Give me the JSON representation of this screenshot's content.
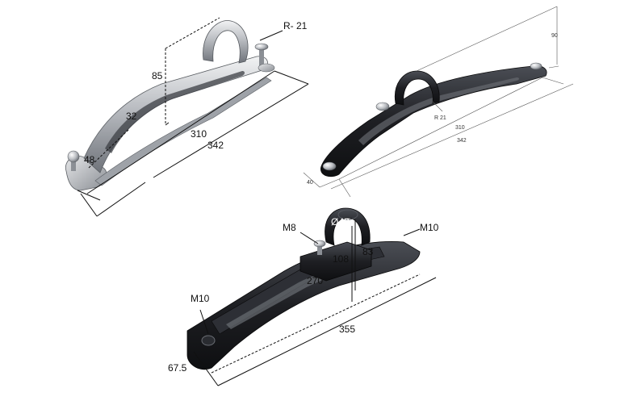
{
  "figure_1": {
    "labels": {
      "radius": "R- 21",
      "height": "85",
      "width_inner": "32",
      "base_width": "48",
      "length_inner": "310",
      "length_total": "342"
    },
    "colors": {
      "metal_light": "#d9dbde",
      "metal_dark": "#7d8187"
    }
  },
  "figure_2": {
    "labels": {
      "height": "90",
      "radius": "R 21",
      "length_inner": "310",
      "length_total": "342",
      "base_width": "40"
    },
    "colors": {
      "body": "#1b1c1f",
      "highlight": "#5a5d63"
    }
  },
  "figure_3": {
    "labels": {
      "bolt_top": "M8",
      "diameter": "Ø42",
      "bolt_right": "M10",
      "height_left": "108",
      "height_right": "83",
      "length_inner": "270",
      "length_total": "355",
      "bolt_bottom": "M10",
      "base_width": "67.5"
    },
    "colors": {
      "body": "#1c1d21",
      "highlight": "#4a4d55"
    }
  }
}
